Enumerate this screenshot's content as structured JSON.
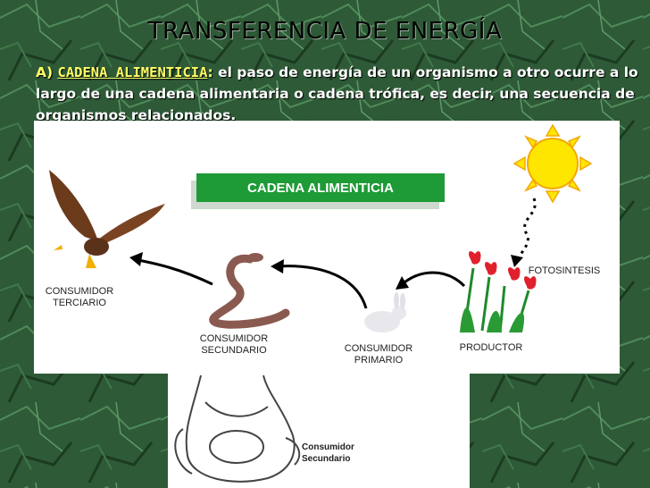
{
  "slide": {
    "title": "TRANSFERENCIA DE ENERGÍA",
    "paragraph": {
      "lead": "A) ",
      "term": "CADENA ALIMENTICIA",
      "colon": ": ",
      "text": "el paso de energía de un organismo a otro ocurre a lo largo de una cadena alimentaria o cadena trófica, es decir, una secuencia de organismos relacionados."
    }
  },
  "diagram": {
    "banner": "CADENA ALIMENTICIA",
    "labels": {
      "terciario_1": "CONSUMIDOR",
      "terciario_2": "TERCIARIO",
      "secundario_1": "CONSUMIDOR",
      "secundario_2": "SECUNDARIO",
      "primario_1": "CONSUMIDOR",
      "primario_2": "PRIMARIO",
      "productor": "PRODUCTOR",
      "fotosintesis": "FOTOSINTESIS"
    },
    "frog_label_1": "Consumidor",
    "frog_label_2": "Secundario"
  },
  "colors": {
    "background": "#2f5e3a",
    "banner": "#1e9a36",
    "sun": "#ffe600",
    "tulip": "#e0202c"
  }
}
